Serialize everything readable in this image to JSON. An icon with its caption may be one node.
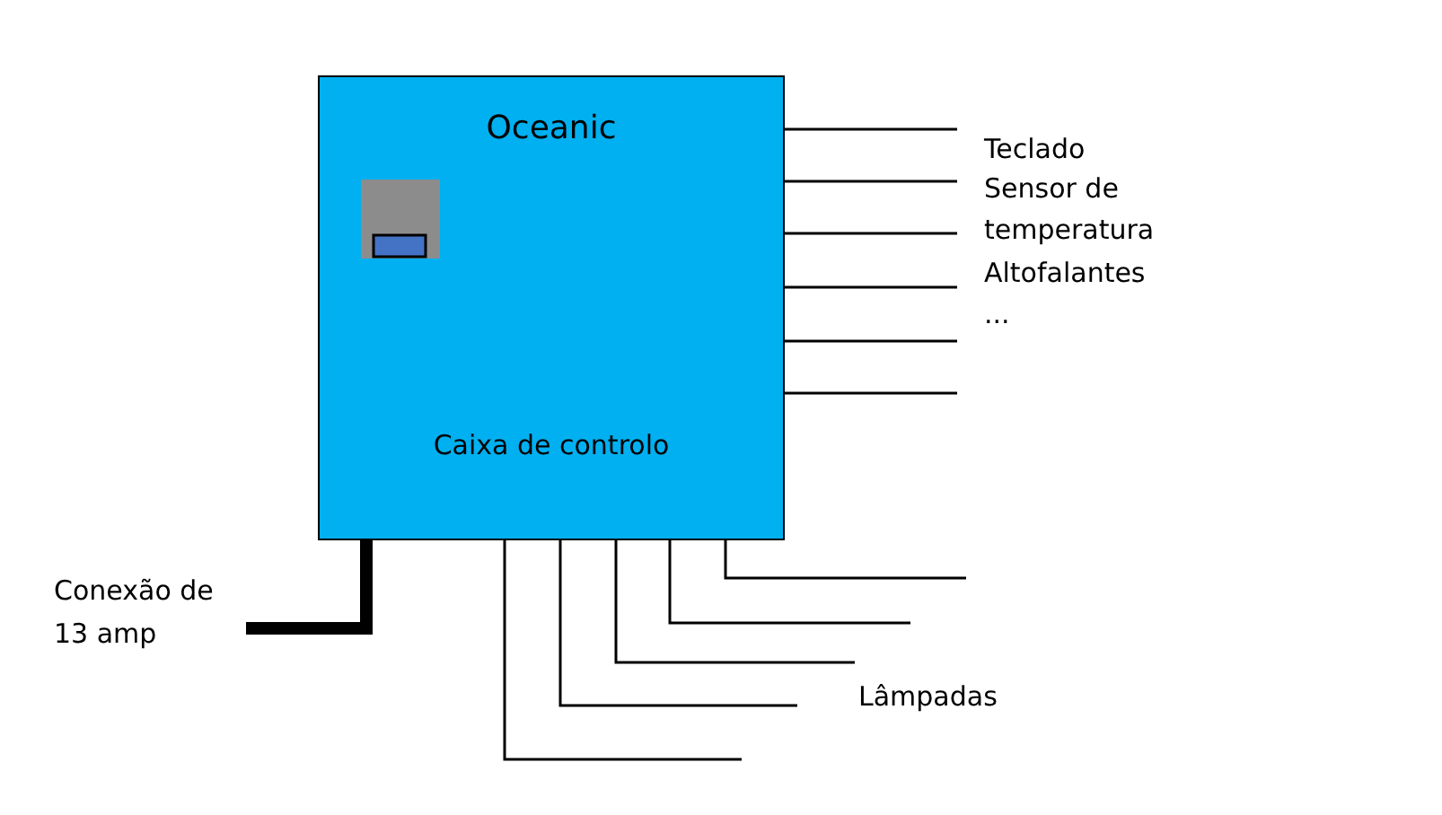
{
  "diagram": {
    "nodes": [
      {
        "text": [
          "Oceanic",
          "Caixa de controlo"
        ]
      },
      {
        "text": [
          "Conexão de 13 amp"
        ]
      }
    ],
    "edges": [
      {
        "from": 0,
        "to": null,
        "arrow": "none"
      },
      {
        "from": 0,
        "to": null,
        "arrow": "none"
      },
      {
        "from": 0,
        "to": null,
        "arrow": "none"
      },
      {
        "from": 0,
        "to": null,
        "arrow": "none"
      },
      {
        "from": 0,
        "to": null,
        "arrow": "none"
      },
      {
        "from": 0,
        "to": null,
        "arrow": "none"
      },
      {
        "from": 0,
        "to": null,
        "arrow": "none"
      },
      {
        "from": 0,
        "to": null,
        "arrow": "none"
      },
      {
        "from": 0,
        "to": null,
        "arrow": "none"
      },
      {
        "from": 0,
        "to": null,
        "arrow": "none"
      },
      {
        "from": 0,
        "to": null,
        "arrow": "none"
      },
      {
        "from": 0,
        "to": 1,
        "arrow": "none",
        "style": "thick"
      }
    ],
    "labels": [
      "Teclado",
      "Sensor de temperatura",
      "Altofalantes",
      "...",
      "Lâmpadas"
    ]
  }
}
